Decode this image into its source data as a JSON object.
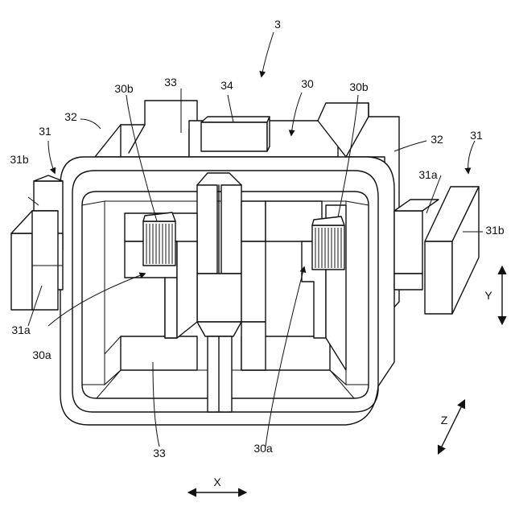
{
  "figure": {
    "labels": [
      {
        "id": "lbl-3",
        "text": "3"
      },
      {
        "id": "lbl-33-top",
        "text": "33"
      },
      {
        "id": "lbl-34",
        "text": "34"
      },
      {
        "id": "lbl-30",
        "text": "30"
      },
      {
        "id": "lbl-30b-l",
        "text": "30b"
      },
      {
        "id": "lbl-30b-r",
        "text": "30b"
      },
      {
        "id": "lbl-32-l",
        "text": "32"
      },
      {
        "id": "lbl-32-r",
        "text": "32"
      },
      {
        "id": "lbl-31-l",
        "text": "31"
      },
      {
        "id": "lbl-31-r",
        "text": "31"
      },
      {
        "id": "lbl-31b-l",
        "text": "31b"
      },
      {
        "id": "lbl-31b-r",
        "text": "31b"
      },
      {
        "id": "lbl-31a-l",
        "text": "31a"
      },
      {
        "id": "lbl-31a-r",
        "text": "31a"
      },
      {
        "id": "lbl-30a-l",
        "text": "30a"
      },
      {
        "id": "lbl-30a-r",
        "text": "30a"
      },
      {
        "id": "lbl-33-bot",
        "text": "33"
      },
      {
        "id": "lbl-x",
        "text": "X"
      },
      {
        "id": "lbl-y",
        "text": "Y"
      },
      {
        "id": "lbl-z",
        "text": "Z"
      }
    ]
  }
}
